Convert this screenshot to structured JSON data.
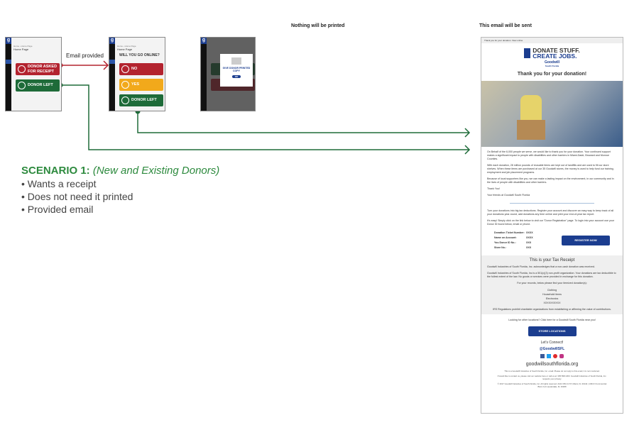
{
  "labels": {
    "nothing_printed": "Nothing will be printed",
    "email_sent": "This email will be sent",
    "email_provided": "Email provided"
  },
  "screens": {
    "home_page": "Home Page",
    "breadcrumb": "Home › Home Page",
    "logo": "g",
    "donor_asked": "DONOR ASKED FOR RECEIPT",
    "donor_left": "DONOR LEFT",
    "question": "WILL YOU GO ONLINE?",
    "no": "NO",
    "yes": "YES",
    "modal_text": "GIVE DONOR PRINTED COPY",
    "modal_ok": "OK"
  },
  "scenario": {
    "title": "SCENARIO 1:",
    "subtitle": "(New and Existing Donors)",
    "bullets": [
      "• Wants a receipt",
      "• Does not need it printed",
      "• Provided email"
    ]
  },
  "email": {
    "preheader": "Thank you for your donation. View online",
    "headline1": "DONATE STUFF.",
    "headline2": "CREATE JOBS.",
    "brand": "Goodwill",
    "brand_sub": "South Florida",
    "thanks": "Thank you for your donation!",
    "paras": [
      "On Behalf of the 6,000 people we serve, we would like to thank you for your donation. Your continued support makes a significant impact to people with disabilities and other barriers in Miami-Dade, Broward and Monroe Counties.",
      "With each donation, 28 million pounds of reusable items are kept out of landfills and are used to fill our store shelves. When these items are purchased at our 35 Goodwill stores, the money is used to help fund our training, employment and job placement programs.",
      "Because of local supporters like you, we can make a lasting impact on the environment, in our community and in the lives of people with disabilities and other barriers.",
      "Thank You!",
      "Your friends at Goodwill South Florida"
    ],
    "paras2": [
      "Turn your donations into big tax deductions. Register your account and discover an easy way to keep track of all your donations year-round, add donations any time online and print your end-of-year tax report.",
      "It's easy! Simply click on the link below to visit our \"Donor Registration\" page. To login into your account use your Donor ID found below, email or phone."
    ],
    "fields": [
      {
        "k": "Donation Ticket Number:",
        "v": "XXXX"
      },
      {
        "k": "Name on Account:",
        "v": "XXXX"
      },
      {
        "k": "You Donor ID No.:",
        "v": "XXX"
      },
      {
        "k": "Store No.:",
        "v": "XXX"
      }
    ],
    "register": "REGISTER NOW",
    "tax_title": "This is your Tax Receipt",
    "tax_paras": [
      "Goodwill Industries of South Florida, Inc. acknowledges that a non-cash donation was received.",
      "Goodwill Industries of South Florida, Inc is a 501(c)(3) non-profit organization. Your donations are tax deductible to the fullest extent of the law. No goods or services were provided in exchange for this donation."
    ],
    "tax_records": "For your records, below please find your itemized donation(s):",
    "items": [
      "Clothing",
      "Household items",
      "Electronics",
      "XXXXXXXXXX"
    ],
    "irs": "IRS Regulations prohibit charitable organizations from establishing or affirming the value of contributions.",
    "locations_text": "Looking for other locations? Click here for a Goodwill South Florida near you!",
    "store_btn": "STORE LOCATIONS",
    "connect": "Let's Connect!",
    "handle": "@GoodwillSFL",
    "site": "goodwillsouthflorida.org",
    "foot1": "This is a Goodwill Industries of South Florida, Inc. email. Please do not reply to this email, it is not monitored.",
    "foot2": "If would like to contact us, please visit our website here or call us at: 305.598.1303. Goodwill Industries of South Florida, Inc. respects your privacy.",
    "foot3": "© 2017 Goodwill Industries of South Florida, Inc. All rights reserved. 2121 NW 21 ST, Miami, FL 33142 | 1304 N Commercial Blvd, Fort Lauderdale, FL 33308"
  },
  "colors": {
    "red": "#b3232f",
    "green": "#1e6b39",
    "yellow": "#f2a91b",
    "blue": "#1b3d8f"
  }
}
